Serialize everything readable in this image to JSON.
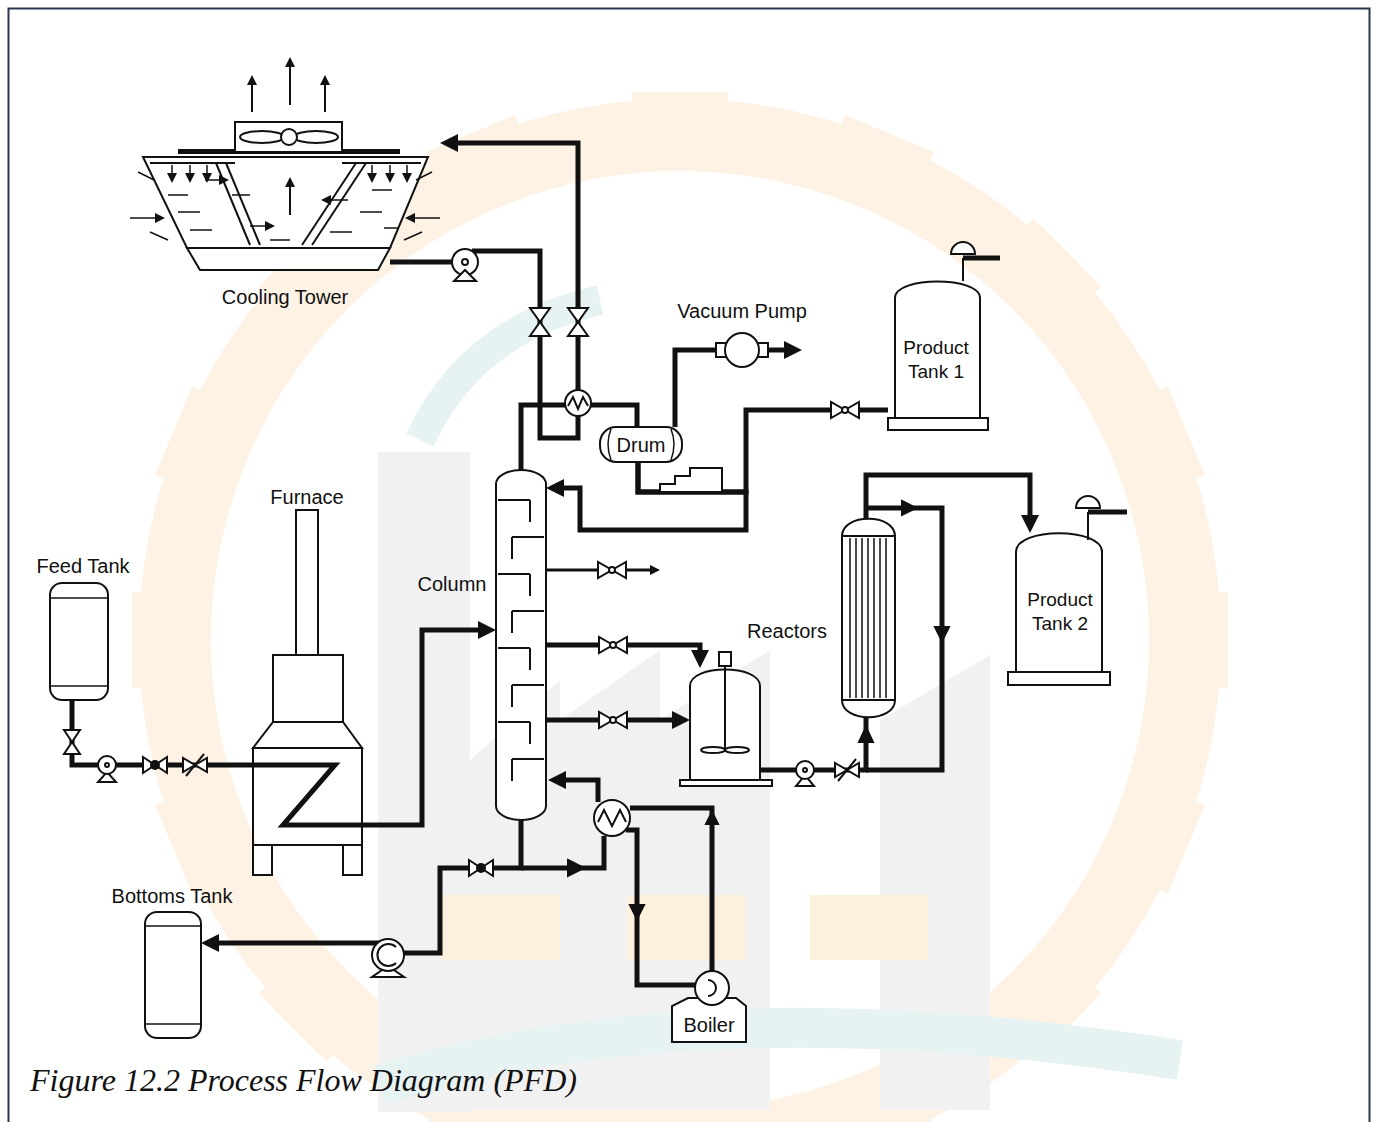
{
  "diagram": {
    "caption": "Figure 12.2 Process Flow Diagram (PFD)",
    "nodes": [
      {
        "text": [
          "Cooling Tower"
        ]
      },
      {
        "text": [
          "Vacuum Pump"
        ]
      },
      {
        "text": [
          "Product Tank 1"
        ]
      },
      {
        "text": [
          "Drum"
        ]
      },
      {
        "text": [
          "Furnace"
        ]
      },
      {
        "text": [
          "Feed Tank"
        ]
      },
      {
        "text": [
          "Column"
        ]
      },
      {
        "text": [
          "Reactors"
        ]
      },
      {
        "text": [
          "Product Tank 2"
        ]
      },
      {
        "text": [
          "Bottoms Tank"
        ]
      },
      {
        "text": [
          "Boiler"
        ]
      }
    ],
    "edges": [
      {
        "from": 5,
        "to": 4,
        "arrow": "none"
      },
      {
        "from": 4,
        "to": 6,
        "arrow": "to"
      },
      {
        "from": 6,
        "to": 3,
        "arrow": "none"
      },
      {
        "from": 3,
        "to": 1,
        "arrow": "none"
      },
      {
        "from": 3,
        "to": 2,
        "arrow": "none"
      },
      {
        "from": 3,
        "to": 6,
        "arrow": "to"
      },
      {
        "from": 6,
        "to": 7,
        "arrow": "to"
      },
      {
        "from": 6,
        "to": 7,
        "arrow": "to"
      },
      {
        "from": 7,
        "to": 8,
        "arrow": "to"
      },
      {
        "from": 6,
        "to": 9,
        "arrow": "to"
      }
    ]
  }
}
